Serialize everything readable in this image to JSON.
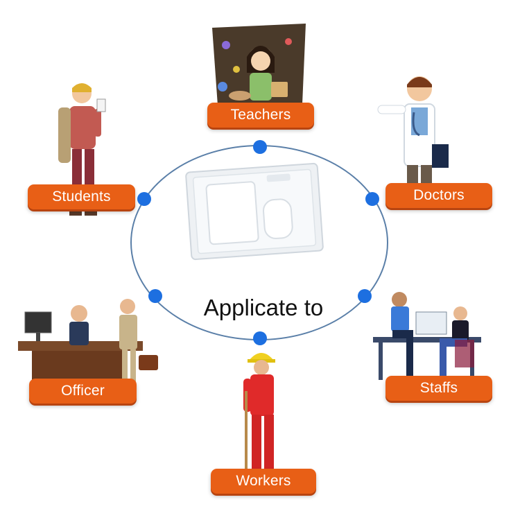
{
  "center_text": "Applicate to",
  "labels": {
    "teachers": "Teachers",
    "students": "Students",
    "doctors": "Doctors",
    "officer": "Officer",
    "staffs": "Staffs",
    "workers": "Workers"
  },
  "colors": {
    "label_bg": "#e85f16",
    "ring": "#5a7fa8",
    "dot": "#1d6fe0"
  },
  "product": "clear-vertical-id-badge-holder"
}
